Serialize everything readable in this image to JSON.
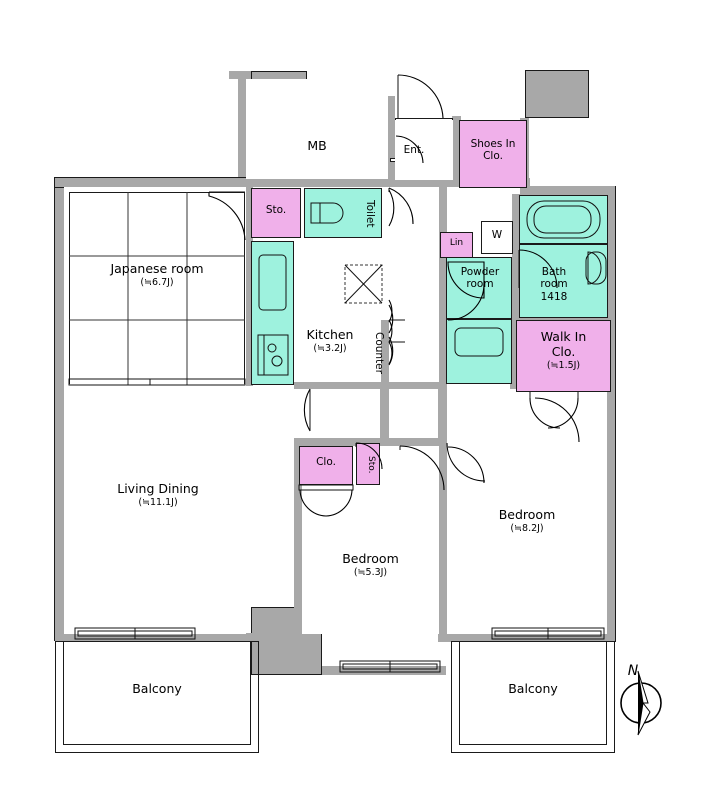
{
  "plan": {
    "title": "Apartment Floor Plan",
    "unit_suffix": "J",
    "colors": {
      "wall": "#a8a8a8",
      "closet_pink": "#f0b0ea",
      "wet_area_teal": "#9ef2de",
      "outline": "#1a1a1a",
      "background": "#ffffff"
    },
    "compass": {
      "label": "N",
      "name": "north-arrow"
    },
    "rooms": [
      {
        "id": "japanese_room",
        "name": "Japanese room",
        "area": "(≒6.7J)",
        "type": "tatami"
      },
      {
        "id": "living_dining",
        "name": "Living Dining",
        "area": "(≒11.1J)",
        "type": "living"
      },
      {
        "id": "kitchen",
        "name": "Kitchen",
        "area": "(≒3.2J)",
        "type": "kitchen"
      },
      {
        "id": "bedroom_main",
        "name": "Bedroom",
        "area": "(≒8.2J)",
        "type": "bedroom"
      },
      {
        "id": "bedroom_second",
        "name": "Bedroom",
        "area": "(≒5.3J)",
        "type": "bedroom"
      },
      {
        "id": "walk_in_closet",
        "name": "Walk In Clo.",
        "area": "(≒1.5J)",
        "type": "closet"
      },
      {
        "id": "bath_room",
        "name": "Bath room",
        "area": "1418",
        "type": "bath"
      },
      {
        "id": "powder_room",
        "name": "Powder room",
        "area": "",
        "type": "powder"
      },
      {
        "id": "balcony_left",
        "name": "Balcony",
        "area": "",
        "type": "balcony"
      },
      {
        "id": "balcony_right",
        "name": "Balcony",
        "area": "",
        "type": "balcony"
      }
    ],
    "labels": {
      "mb": "MB",
      "ent": "Ent.",
      "toilet": "Toilet",
      "counter": "Counter",
      "shoes_in_clo": "Shoes In\nClo.",
      "shoes_in_clo_line1": "Shoes In",
      "shoes_in_clo_line2": "Clo.",
      "sto_kitchen": "Sto.",
      "sto_bedroom": "Sto.",
      "clo_bedroom": "Clo.",
      "lin": "Lin",
      "washer": "W",
      "japanese_room": "Japanese room",
      "japanese_room_area": "(≒6.7J)",
      "living_dining": "Living Dining",
      "living_dining_area": "(≒11.1J)",
      "kitchen": "Kitchen",
      "kitchen_area": "(≒3.2J)",
      "bedroom_main": "Bedroom",
      "bedroom_main_area": "(≒8.2J)",
      "bedroom_second": "Bedroom",
      "bedroom_second_area": "(≒5.3J)",
      "walk_in_clo_line1": "Walk In",
      "walk_in_clo_line2": "Clo.",
      "walk_in_clo_area": "(≒1.5J)",
      "bath_line1": "Bath",
      "bath_line2": "room",
      "bath_line3": "1418",
      "powder_line1": "Powder",
      "powder_line2": "room",
      "balcony_left": "Balcony",
      "balcony_right": "Balcony",
      "compass_n": "N"
    },
    "fixtures": [
      {
        "id": "bathtub",
        "name": "bathtub"
      },
      {
        "id": "toilet_bowl",
        "name": "toilet-bowl"
      },
      {
        "id": "sink_kitchen",
        "name": "kitchen-sink"
      },
      {
        "id": "stove",
        "name": "stove-burners"
      },
      {
        "id": "vanity_basin",
        "name": "vanity-basin"
      },
      {
        "id": "washer_slot",
        "name": "washing-machine-slot"
      },
      {
        "id": "ac_unit",
        "name": "ceiling-unit"
      }
    ]
  }
}
